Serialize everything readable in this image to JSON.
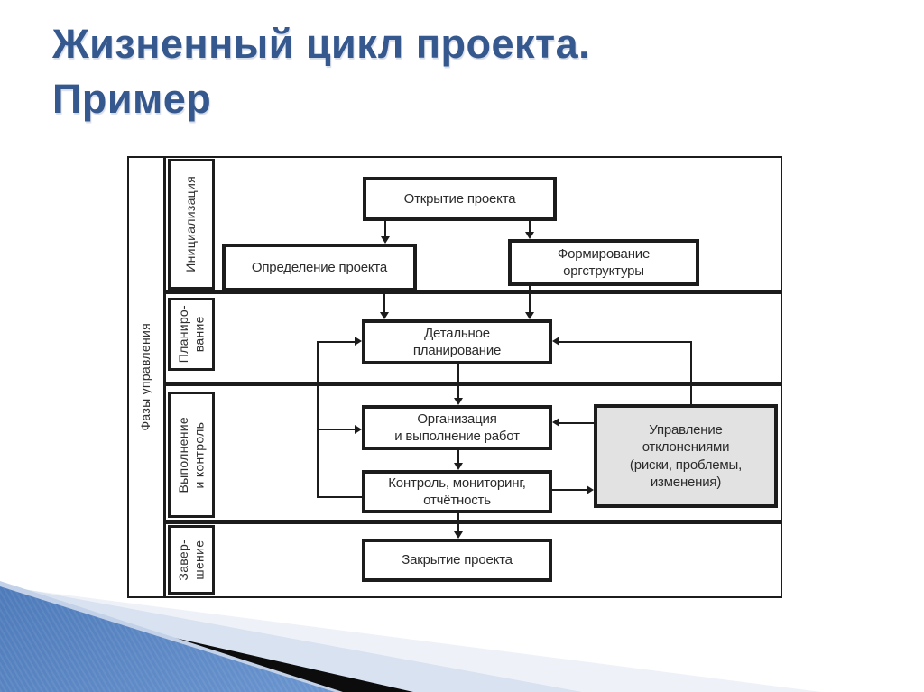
{
  "slide": {
    "title": {
      "line1": "Жизненный цикл проекта.",
      "line2": "Пример"
    },
    "colors": {
      "title_text": "#35588e",
      "diagram_line": "#1c1c1c",
      "deviation_box_fill": "#e2e2e2",
      "decoration_blue": "#3e6cae",
      "decoration_light_band": "#d9e2f0",
      "decoration_black_stripe": "#0c0c0c"
    }
  },
  "diagram": {
    "axis_label": "Фазы управления",
    "phase_labels": [
      "Инициализация",
      "Планиро-\nвание",
      "Выполнение\nи контроль",
      "Завер-\nшение"
    ],
    "nodes": {
      "open": "Открытие проекта",
      "define": "Определение проекта",
      "org_structure": "Формирование\nоргструктуры",
      "detailed_planning": "Детальное\nпланирование",
      "execution": "Организация\nи выполнение работ",
      "control": "Контроль, мониторинг,\nотчётность",
      "deviation": "Управление\nотклонениями\n(риски, проблемы,\nизменения)",
      "close": "Закрытие проекта"
    }
  }
}
